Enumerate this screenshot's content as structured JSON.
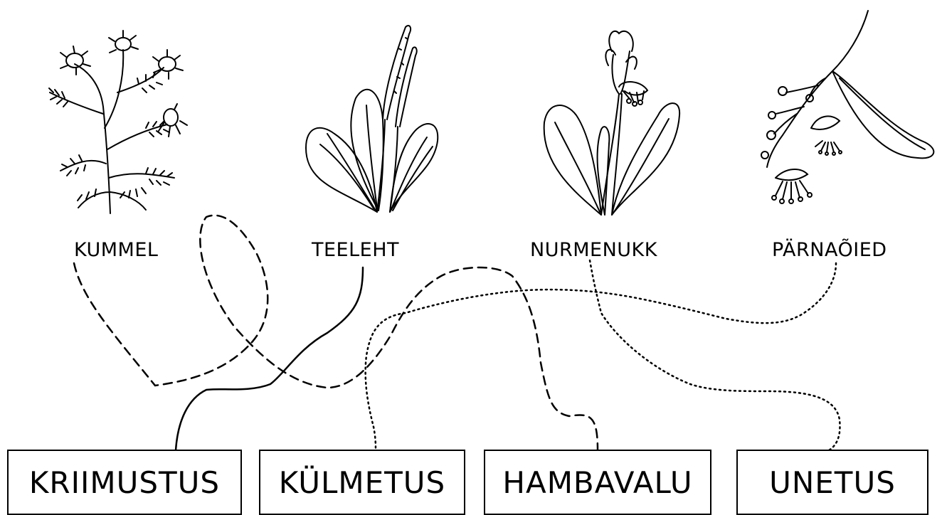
{
  "plants": [
    {
      "key": "chamomile",
      "label": "KUMMEL"
    },
    {
      "key": "plantain",
      "label": "TEELEHT"
    },
    {
      "key": "cowslip",
      "label": "NURMENUKK"
    },
    {
      "key": "linden",
      "label": "PÄRNAÕIED"
    }
  ],
  "ailments": [
    {
      "key": "scratch",
      "label": "KRIIMUSTUS"
    },
    {
      "key": "cold",
      "label": "KÜLMETUS"
    },
    {
      "key": "toothache",
      "label": "HAMBAVALU"
    },
    {
      "key": "insomnia",
      "label": "UNETUS"
    }
  ],
  "colors": {
    "ink": "#000000",
    "background": "#ffffff"
  }
}
